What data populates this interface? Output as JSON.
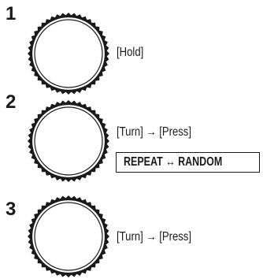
{
  "steps": [
    {
      "number": "1",
      "instruction": "[Hold]"
    },
    {
      "number": "2",
      "instruction": "[Turn] → [Press]",
      "modes": {
        "left": "REPEAT",
        "arrow": "↔",
        "right": "RANDOM"
      }
    },
    {
      "number": "3",
      "instruction": "[Turn] → [Press]"
    }
  ],
  "icons": {
    "knob": "control-dial-icon"
  },
  "colors": {
    "ink": "#1a1a1a",
    "background": "#ffffff"
  }
}
